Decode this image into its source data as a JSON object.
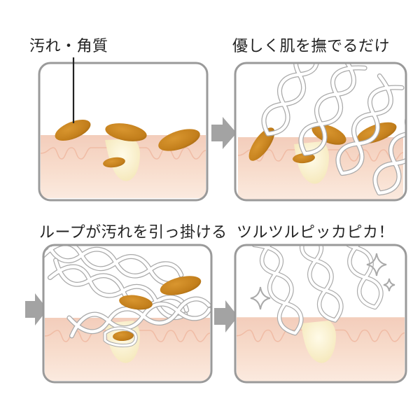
{
  "panels": [
    {
      "caption": "汚れ・角質"
    },
    {
      "caption": "優しく肌を撫でるだけ"
    },
    {
      "caption": "ループが汚れを引っ掛ける"
    },
    {
      "caption": "ツルツルピッカピカ！"
    }
  ],
  "colors": {
    "frame": "#9a9a9a",
    "skin_top": "#f3cdbb",
    "skin_bottom": "#fbe9dd",
    "dirt": "#c8821e",
    "dirt_dark": "#8f5a10",
    "pore": "#fbf3d7",
    "loop": "#ffffff",
    "loop_edge": "#a7a7a7",
    "arrow": "#a3a3a3"
  }
}
